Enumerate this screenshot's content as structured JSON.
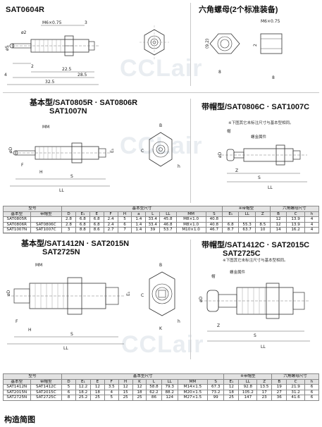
{
  "sections": {
    "sat0604r": {
      "title": "SAT0604R"
    },
    "hexnut": {
      "title": "六角螺母(2个标准装备)"
    },
    "basic1": {
      "title_line1": "基本型/SAT0805R · SAT0806R",
      "title_line2": "SAT1007N"
    },
    "cap1": {
      "title": "带帽型/SAT0806C · SAT1007C",
      "note": "※下图其它未标注尺寸与基本型相同。",
      "label_cap": "帽",
      "label_metal": "螺金属件"
    },
    "basic2": {
      "title_line1": "基本型/SAT1412N · SAT2015N",
      "title_line2": "SAT2725N"
    },
    "cap2": {
      "title_line1": "带帽型/SAT1412C · SAT2015C",
      "title_line2": "SAT2725C",
      "note": "※下图其它未标注尺寸与基本型相同。",
      "label_cap": "帽",
      "label_metal": "螺金属件"
    },
    "footer": {
      "title": "构造简图"
    }
  },
  "watermark": "CCLair",
  "dims": {
    "sat0604r": {
      "thread": "M6×0.75",
      "d1": "ø5",
      "d2": "ø2",
      "l3": "3",
      "l4": "4",
      "l2": "2",
      "l225": "22.5",
      "l285": "28.5",
      "l325": "32.5"
    },
    "hexnut": {
      "thread": "M6×0.75",
      "across": "(9.2)",
      "b": "8",
      "h": "2"
    },
    "basic1": {
      "MM": "MM",
      "B": "B",
      "C": "C",
      "E": "E",
      "E1": "E₁",
      "D": "øD",
      "F": "F",
      "H": "H",
      "S": "S",
      "LL": "LL",
      "h": "h"
    },
    "cap1": {
      "D": "øD",
      "Z": "Z",
      "S": "S",
      "LL": "LL"
    },
    "basic2": {
      "MM": "MM",
      "B": "B",
      "C": "C",
      "E": "E",
      "E1": "E₁",
      "D": "øD",
      "F": "F",
      "H": "H",
      "S": "S",
      "LL": "LL",
      "K": "K",
      "h": "h"
    },
    "cap2": {
      "D": "øD",
      "Z": "Z",
      "S": "S",
      "LL": "LL"
    }
  },
  "table1": {
    "group_headers": {
      "model": "型号",
      "body": "基本型尺寸",
      "cap": "※带帽型",
      "nut": "六角螺母尺寸"
    },
    "columns": [
      "基本型",
      "带帽型",
      "D",
      "E₁",
      "E",
      "F",
      "H",
      "a",
      "L",
      "LL",
      "MM",
      "S",
      "E₁",
      "LL",
      "Z",
      "B",
      "C",
      "h"
    ],
    "rows": [
      [
        "SAT0805R",
        "",
        "2.8",
        "6.8",
        "6.8",
        "2.4",
        "5",
        "1.4",
        "33.4",
        "45.8",
        "M8×1.0",
        "40.8",
        "",
        "",
        "",
        "12",
        "13.9",
        "4"
      ],
      [
        "SAT0806R",
        "SAT0806C",
        "2.8",
        "6.8",
        "6.8",
        "2.4",
        "6",
        "1.4",
        "33.4",
        "46.8",
        "M8×1.0",
        "40.8",
        "6.8",
        "55.3",
        "8.5",
        "12",
        "13.9",
        "4"
      ],
      [
        "SAT1007N",
        "SAT1007C",
        "3",
        "8.8",
        "8.6",
        "2.7",
        "7",
        "1.4",
        "39",
        "53.7",
        "M10×1.0",
        "46.7",
        "8.7",
        "63.7",
        "10",
        "14",
        "16.2",
        "4"
      ]
    ]
  },
  "table2": {
    "group_headers": {
      "model": "型号",
      "body": "基本型尺寸",
      "cap": "※带帽型",
      "nut": "六角螺母尺寸"
    },
    "columns": [
      "基本型",
      "带帽型",
      "D",
      "E₁",
      "E",
      "F",
      "H",
      "K",
      "L",
      "LL",
      "MM",
      "S",
      "E₁",
      "LL",
      "Z",
      "B",
      "C",
      "h"
    ],
    "rows": [
      [
        "SAT1412N",
        "SAT1412C",
        "5",
        "12.2",
        "12",
        "3.5",
        "12",
        "12",
        "58.8",
        "79.3",
        "M14×1.5",
        "67.3",
        "12",
        "92.8",
        "13.5",
        "19",
        "21.9",
        "6"
      ],
      [
        "SAT2015N",
        "SAT2015C",
        "6",
        "18.2",
        "18",
        "4",
        "15",
        "18",
        "62.2",
        "88.2",
        "M20×1.5",
        "73.2",
        "18",
        "105.2",
        "17",
        "27",
        "31.2",
        "6"
      ],
      [
        "SAT2725N",
        "SAT2725C",
        "8",
        "25.2",
        "25",
        "5",
        "25",
        "25",
        "86",
        "124",
        "M27×1.5",
        "99",
        "25",
        "147",
        "23",
        "36",
        "41.6",
        "6"
      ]
    ]
  }
}
